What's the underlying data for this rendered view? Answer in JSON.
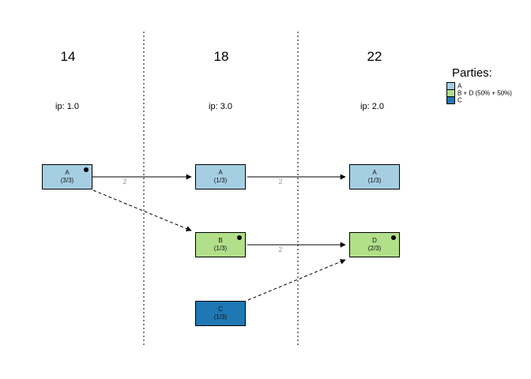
{
  "columns": [
    {
      "generation": "14",
      "ip": "ip: 1.0"
    },
    {
      "generation": "18",
      "ip": "ip: 3.0"
    },
    {
      "generation": "22",
      "ip": "ip: 2.0"
    }
  ],
  "nodes": [
    {
      "id": "A-gen14",
      "label": "A",
      "value": "(3/3)",
      "color": "#a6cee3",
      "dot": true
    },
    {
      "id": "A-gen18",
      "label": "A",
      "value": "(1/3)",
      "color": "#a6cee3",
      "dot": false
    },
    {
      "id": "A-gen22",
      "label": "A",
      "value": "(1/3)",
      "color": "#a6cee3",
      "dot": false
    },
    {
      "id": "B-gen18",
      "label": "B",
      "value": "(1/3)",
      "color": "#b2df8a",
      "dot": true
    },
    {
      "id": "D-gen22",
      "label": "D",
      "value": "(2/3)",
      "color": "#b2df8a",
      "dot": true
    },
    {
      "id": "C-gen18",
      "label": "C",
      "value": "(1/3)",
      "color": "#1f78b4",
      "dot": false
    }
  ],
  "edges": [
    {
      "from": "A-gen14",
      "to": "A-gen18",
      "label": "2",
      "style": "solid"
    },
    {
      "from": "A-gen18",
      "to": "A-gen22",
      "label": "2",
      "style": "solid"
    },
    {
      "from": "B-gen18",
      "to": "D-gen22",
      "label": "2",
      "style": "solid"
    },
    {
      "from": "A-gen14",
      "to": "B-gen18",
      "label": "",
      "style": "dashed"
    },
    {
      "from": "C-gen18",
      "to": "D-gen22",
      "label": "",
      "style": "dashed"
    }
  ],
  "legend": {
    "title": "Parties:",
    "entries": [
      {
        "label": "A",
        "color": "#a6cee3"
      },
      {
        "label": "B + D (50% + 50%)",
        "color": "#b2df8a"
      },
      {
        "label": "C",
        "color": "#1f78b4"
      }
    ]
  }
}
